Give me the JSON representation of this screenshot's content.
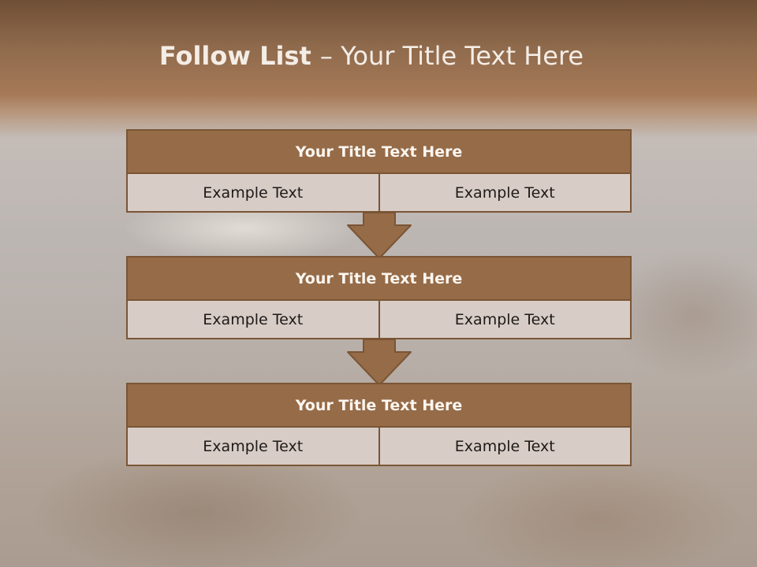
{
  "title": {
    "bold": "Follow List ",
    "rest": " – Your Title Text Here"
  },
  "steps": [
    {
      "heading": "Your Title Text Here",
      "left": "Example Text",
      "right": "Example Text"
    },
    {
      "heading": "Your Title Text Here",
      "left": "Example Text",
      "right": "Example Text"
    },
    {
      "heading": "Your Title Text Here",
      "left": "Example Text",
      "right": "Example Text"
    }
  ],
  "colors": {
    "header_fill": "#966b48",
    "border": "#7a5535",
    "cell_fill": "#d8ccc6",
    "title_text": "#f4ede6"
  }
}
